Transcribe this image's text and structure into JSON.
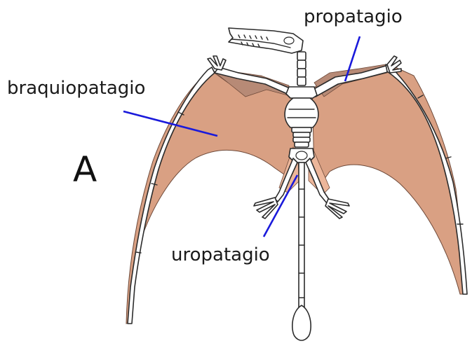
{
  "panel_letter": "A",
  "labels": {
    "propatagio": "propatagio",
    "braquiopatagio": "braquiopatagio",
    "uropatagio": "uropatagio"
  },
  "colors": {
    "membrane": "#d9a083",
    "propatagium_shade": "#b78a76",
    "uropatagium": "#ecb69a",
    "bone_outline": "#2b2b2b",
    "bone_fill": "#ffffff",
    "leader_line": "#1a1adb"
  }
}
